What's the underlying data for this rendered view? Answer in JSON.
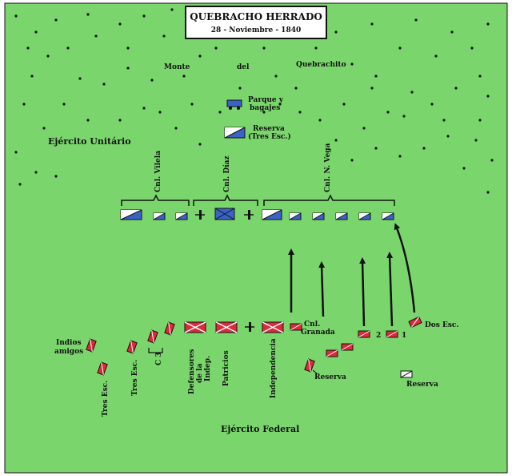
{
  "title": "QUEBRACHO HERRADO",
  "date": "28 - Noviembre - 1840",
  "forest": {
    "word1": "Monte",
    "word2": "del",
    "word3": "Quebrachito"
  },
  "unitario": {
    "army_label": "Ejército Unitário",
    "park_label_1": "Parque y",
    "park_label_2": "bagajes",
    "reserve_label_1": "Reserva",
    "reserve_label_2": "(Tres Esc.)",
    "col_vilela": "Cnl. Vilela",
    "col_diaz": "Cnl. Díaz",
    "col_vega": "Cnl. N. Vega"
  },
  "federal": {
    "army_label": "Ejército Federal",
    "indios_1": "Indios",
    "indios_2": "amigos",
    "tres_esc_a": "Tres Esc.",
    "tres_esc_b": "Tres Esc.",
    "c3": "C 3",
    "defensores_1": "Defensores",
    "defensores_2": "de la",
    "defensores_3": "Indep.",
    "patricios": "Patricios",
    "independencia": "Independencia",
    "granada_1": "Cnl.",
    "granada_2": "Granada",
    "reserva_a": "Reserva",
    "reserva_b": "Reserva",
    "dos_esc": "Dos Esc.",
    "num_2": "2",
    "num_1": "1"
  },
  "colors": {
    "field": "#7ad66c",
    "unitario": "#3a63c9",
    "federal": "#e0283a",
    "ink": "#111111"
  }
}
